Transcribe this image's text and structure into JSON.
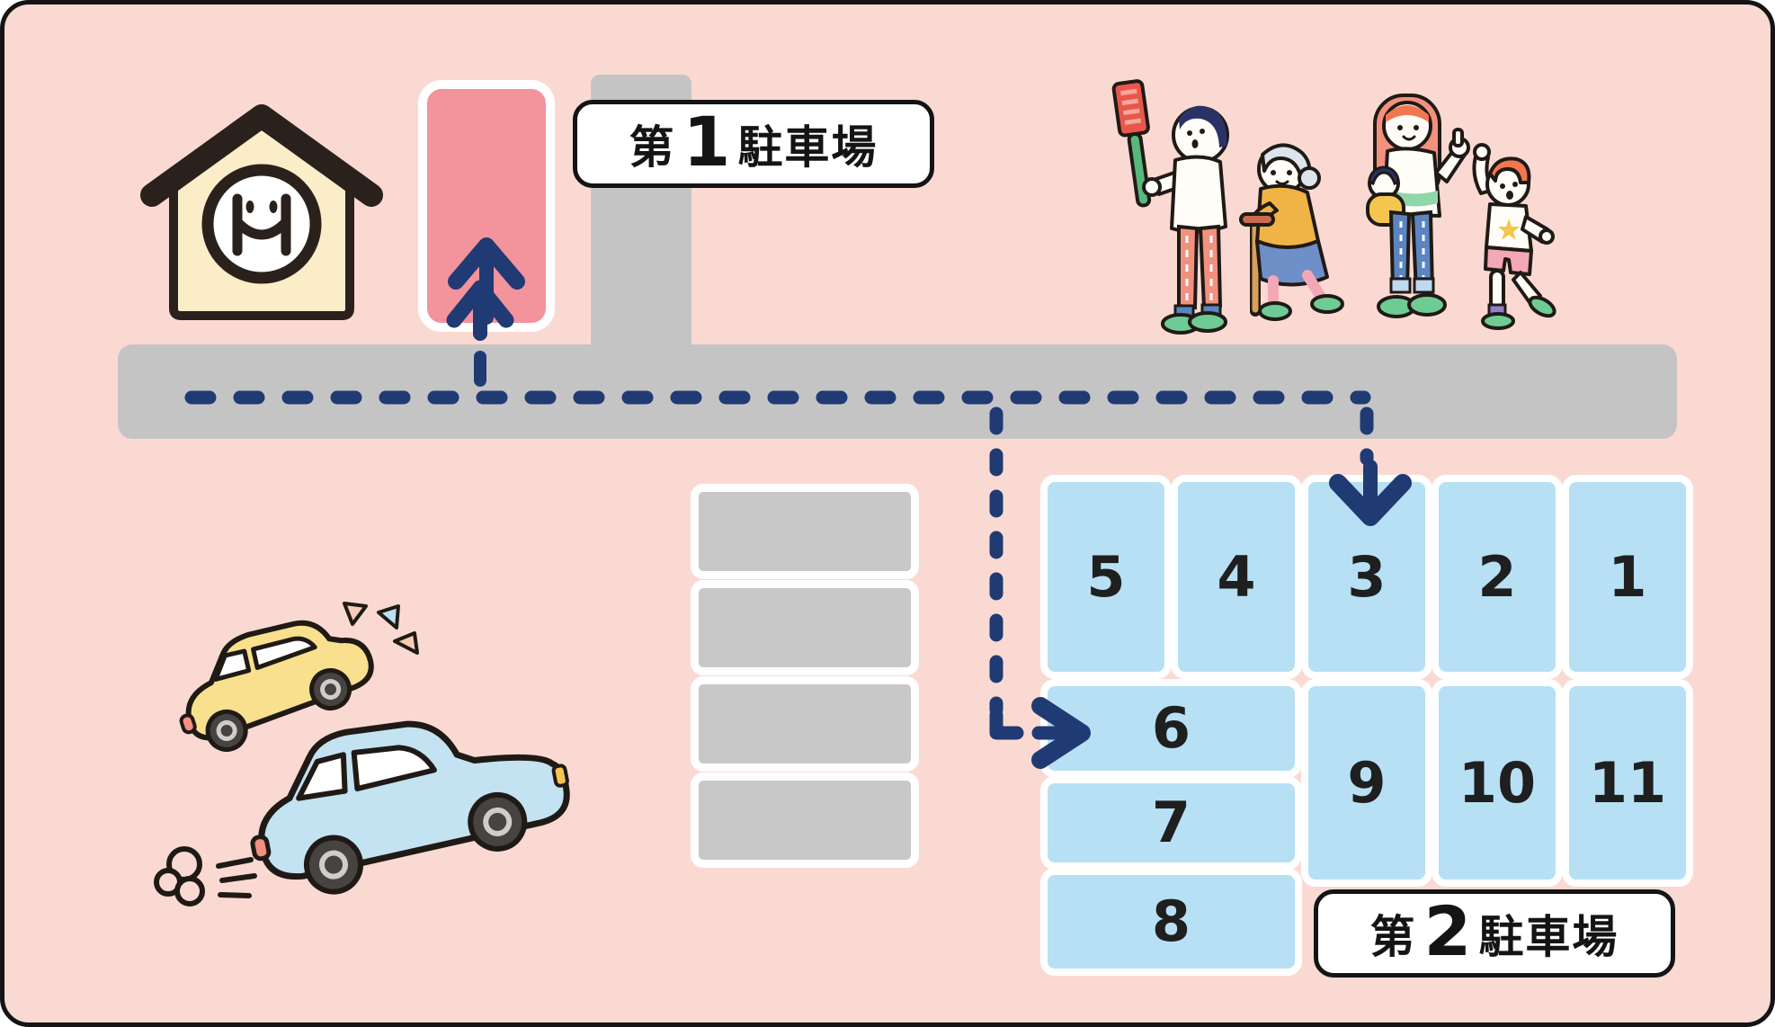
{
  "diagram": {
    "background_color": "#FBD9D3",
    "border_color": "#141414",
    "road_color": "#C5C4C5",
    "route_color": "#203A74"
  },
  "lot1": {
    "label_prefix": "第",
    "label_number": "1",
    "label_suffix": "駐車場",
    "space_color": "#F3939B"
  },
  "lot2": {
    "label_prefix": "第",
    "label_number": "2",
    "label_suffix": "駐車場",
    "space_color": "#B7E0F4",
    "spaces": [
      {
        "number": "5"
      },
      {
        "number": "4"
      },
      {
        "number": "3"
      },
      {
        "number": "2"
      },
      {
        "number": "1"
      },
      {
        "number": "6"
      },
      {
        "number": "9"
      },
      {
        "number": "10"
      },
      {
        "number": "11"
      },
      {
        "number": "7"
      },
      {
        "number": "8"
      }
    ]
  },
  "unmarked_spaces": {
    "count": 4,
    "color": "#C9C8C9"
  },
  "icons": {
    "house": "house-logo-icon",
    "arrow_up": "up-arrow-icon",
    "arrow_down": "down-arrow-icon",
    "arrow_right": "right-arrow-icon",
    "family": "family-illustration",
    "cars": "cars-illustration"
  },
  "illustration_colors": {
    "outline": "#201A16",
    "house_fill": "#FAEDC8",
    "car_yellow": "#F8E08E",
    "car_blue": "#C3E2F2",
    "accent_salmon": "#F2917E",
    "slipper_green": "#6FCB94",
    "toothbrush_red": "#E8574B",
    "toothbrush_green": "#58B87C",
    "cardigan_yellow": "#F0B345",
    "denim_blue": "#5B85C0",
    "skirt_blue": "#6E8FC7",
    "hair_navy": "#2A3368",
    "hair_gray": "#DCE5EC",
    "hair_orange": "#F2774E",
    "star_yellow": "#F5C64F",
    "shorts_pink": "#F4A7B4"
  }
}
